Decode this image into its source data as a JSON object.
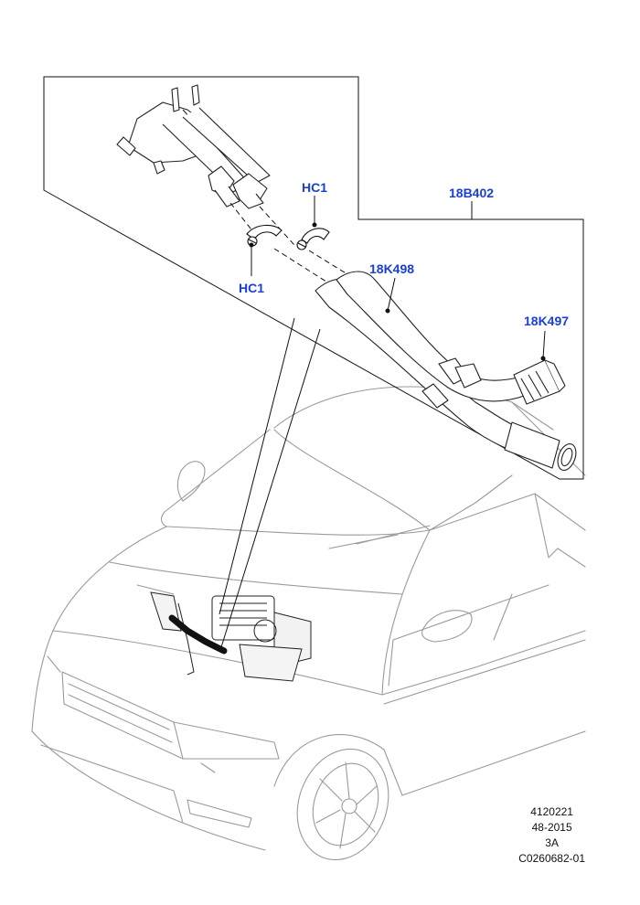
{
  "callouts": {
    "hc1_top": "HC1",
    "hc1_bottom": "HC1",
    "part_18b402": "18B402",
    "part_18k498": "18K498",
    "part_18k497": "18K497"
  },
  "footer": {
    "line1": "4120221",
    "line2": "48-2015",
    "line3": "3A",
    "line4": "C0260682-01"
  },
  "colors": {
    "callout": "#1a3fd6",
    "line": "#111111",
    "vehicle": "#9a9a9a"
  }
}
